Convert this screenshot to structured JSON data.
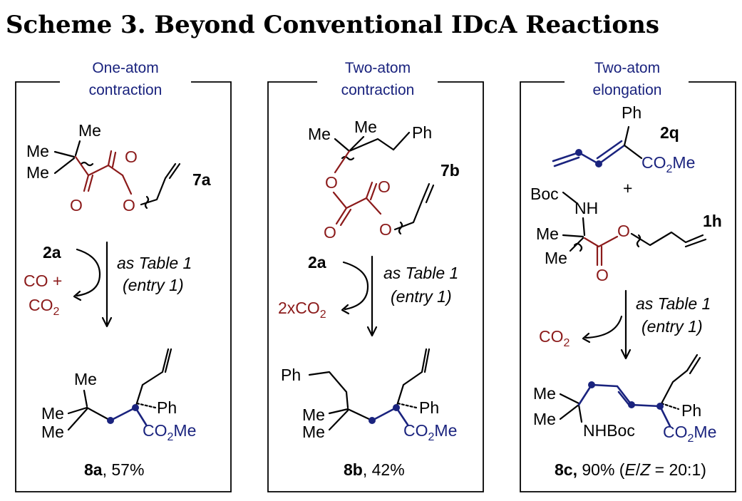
{
  "title": "Scheme 3. Beyond Conventional IDcA Reactions",
  "colors": {
    "heading": "#1a237e",
    "oxalate": "#8b1a1a",
    "highlight": "#1a237e"
  },
  "panels": [
    {
      "heading_line1": "One-atom",
      "heading_line2": "contraction",
      "substrate_label": "7a",
      "reagent": "2a",
      "conditions_line1": "as Table 1",
      "conditions_line2": "(entry 1)",
      "byproduct_line1": "CO +",
      "byproduct_line2": "CO",
      "byproduct_line2_sub": "2",
      "product_label": "8a",
      "product_yield": ", 57%"
    },
    {
      "heading_line1": "Two-atom",
      "heading_line2": "contraction",
      "substrate_label": "7b",
      "reagent": "2a",
      "conditions_line1": "as Table 1",
      "conditions_line2": "(entry 1)",
      "byproduct_line1": "2xCO",
      "byproduct_line1_sub": "2",
      "product_label": "8b",
      "product_yield": ", 42%"
    },
    {
      "heading_line1": "Two-atom",
      "heading_line2": "elongation",
      "reagent_label": "2q",
      "plus": "+",
      "substrate_label": "1h",
      "conditions_line1": "as Table 1",
      "conditions_line2": "(entry 1)",
      "byproduct_line1": "CO",
      "byproduct_line1_sub": "2",
      "product_label": "8c,",
      "product_yield_pre": " 90% (",
      "product_yield_E": "E",
      "product_yield_slash": "/",
      "product_yield_Z": "Z",
      "product_yield_post": " = 20:1)"
    }
  ],
  "atoms": {
    "me": "Me",
    "ph": "Ph",
    "o": "O",
    "co2me_pre": "CO",
    "co2me_sub": "2",
    "co2me_post": "Me",
    "boc": "Boc",
    "nh": "NH",
    "nhboc": "NHBoc"
  }
}
